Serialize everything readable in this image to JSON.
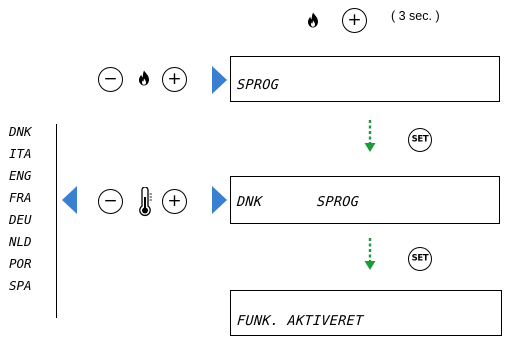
{
  "colors": {
    "arrow_blue": "#3a7fd0",
    "arrow_green": "#1f9a3a",
    "ink": "#000000"
  },
  "top_hint": {
    "icon": "flame-icon",
    "button": "+",
    "duration": "( 3 sec. )"
  },
  "row1": {
    "minus": "−",
    "icon": "flame-icon",
    "plus": "+",
    "display_text": "SPROG"
  },
  "step_button_1": "SET",
  "row2": {
    "minus": "−",
    "icon": "thermometer-icon",
    "plus": "+",
    "display_lang": "DNK",
    "display_text": "SPROG"
  },
  "languages": [
    "DNK",
    "ITA",
    "ENG",
    "FRA",
    "DEU",
    "NLD",
    "POR",
    "SPA"
  ],
  "step_button_2": "SET",
  "row3": {
    "display_text": "FUNK. AKTIVERET"
  }
}
